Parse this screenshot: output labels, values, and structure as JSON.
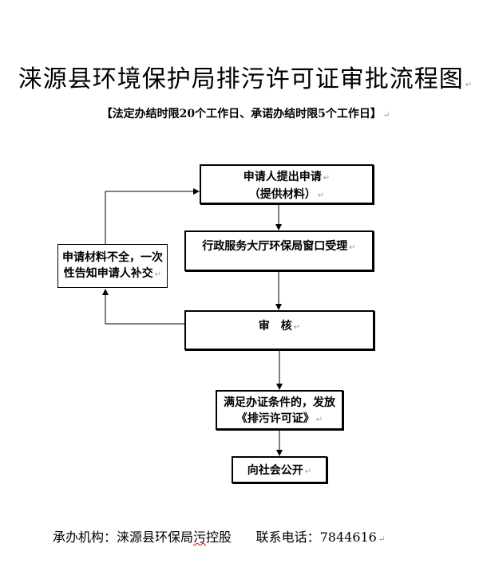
{
  "title": "涞源县环境保护局排污许可证审批流程图",
  "subtitle": "【法定办结时限20个工作日、承诺办结时限5个工作日】",
  "paragraph_mark": "↵",
  "flow": {
    "step1_line1": "申请人提出申请",
    "step1_line2": "（提供材料）",
    "step2": "行政服务大厅环保局窗口受理",
    "step3": "审　核",
    "reject_line1": "申请材料不全，一次",
    "reject_line2": "性告知申请人补交",
    "step4_line1": "满足办证条件的，发放",
    "step4_line2": "《排污许可证》",
    "step5": "向社会公开"
  },
  "footer": {
    "org_label": "承办机构：",
    "org_part1": "涞源县环保局",
    "org_part2": "污",
    "org_part3": "控股",
    "phone_label": "联系电话：",
    "phone": "7844616"
  }
}
